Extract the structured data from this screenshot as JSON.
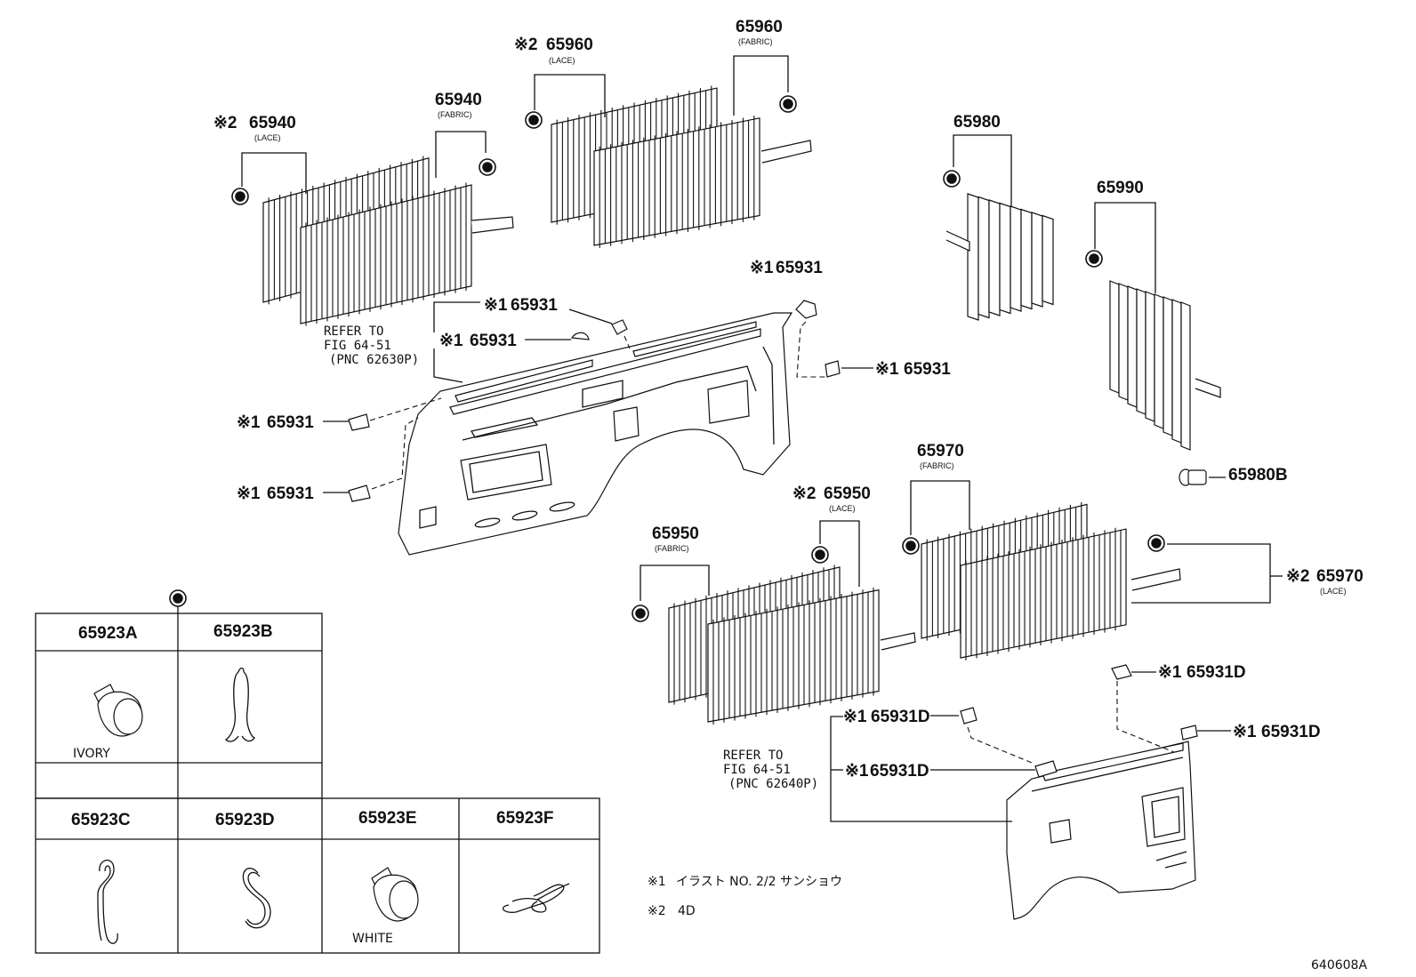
{
  "figure_code": "640608A",
  "notes": [
    {
      "mark": "※1",
      "text": "イラスト NO. 2/2 サンショウ"
    },
    {
      "mark": "※2",
      "text": "4D"
    }
  ],
  "labels": {
    "p65940_lace": {
      "mark": "※2",
      "part": "65940",
      "sub": "(LACE)"
    },
    "p65940_fabric": {
      "part": "65940",
      "sub": "(FABRIC)"
    },
    "p65960_lace": {
      "mark": "※2",
      "part": "65960",
      "sub": "(LACE)"
    },
    "p65960_fabric": {
      "part": "65960",
      "sub": "(FABRIC)"
    },
    "p65980": {
      "part": "65980"
    },
    "p65990": {
      "part": "65990"
    },
    "p65980b": {
      "part": "65980B"
    },
    "p65970_fabric": {
      "part": "65970",
      "sub": "(FABRIC)"
    },
    "p65970_lace": {
      "mark": "※2",
      "part": "65970",
      "sub": "(LACE)"
    },
    "p65950_lace": {
      "mark": "※2",
      "part": "65950",
      "sub": "(LACE)"
    },
    "p65950_fabric": {
      "part": "65950",
      "sub": "(FABRIC)"
    },
    "clip_a": {
      "mark": "※1",
      "part": "65931"
    },
    "clip_b": {
      "mark": "※1",
      "part": "65931"
    },
    "clip_c": {
      "mark": "※1",
      "part": "65931"
    },
    "clip_d": {
      "mark": "※1",
      "part": "65931"
    },
    "clip_e": {
      "mark": "※1",
      "part": "65931"
    },
    "clip_f": {
      "mark": "※1",
      "part": "65931"
    },
    "clip_g": {
      "mark": "※1",
      "part": "65931D"
    },
    "clip_h": {
      "mark": "※1",
      "part": "65931D"
    },
    "clip_i": {
      "mark": "※1",
      "part": "65931D"
    },
    "clip_j": {
      "mark": "※1",
      "part": "65931D"
    }
  },
  "refer_left": [
    "REFER TO",
    "FIG 64-51",
    "(PNC 62630P)"
  ],
  "refer_right": [
    "REFER TO",
    "FIG 64-51",
    "(PNC 62640P)"
  ],
  "table": {
    "row1": [
      {
        "part": "65923A",
        "caption": "IVORY"
      },
      {
        "part": "65923B",
        "caption": ""
      }
    ],
    "row2": [
      {
        "part": "65923C",
        "caption": ""
      },
      {
        "part": "65923D",
        "caption": ""
      },
      {
        "part": "65923E",
        "caption": "WHITE"
      },
      {
        "part": "65923F",
        "caption": ""
      }
    ]
  }
}
